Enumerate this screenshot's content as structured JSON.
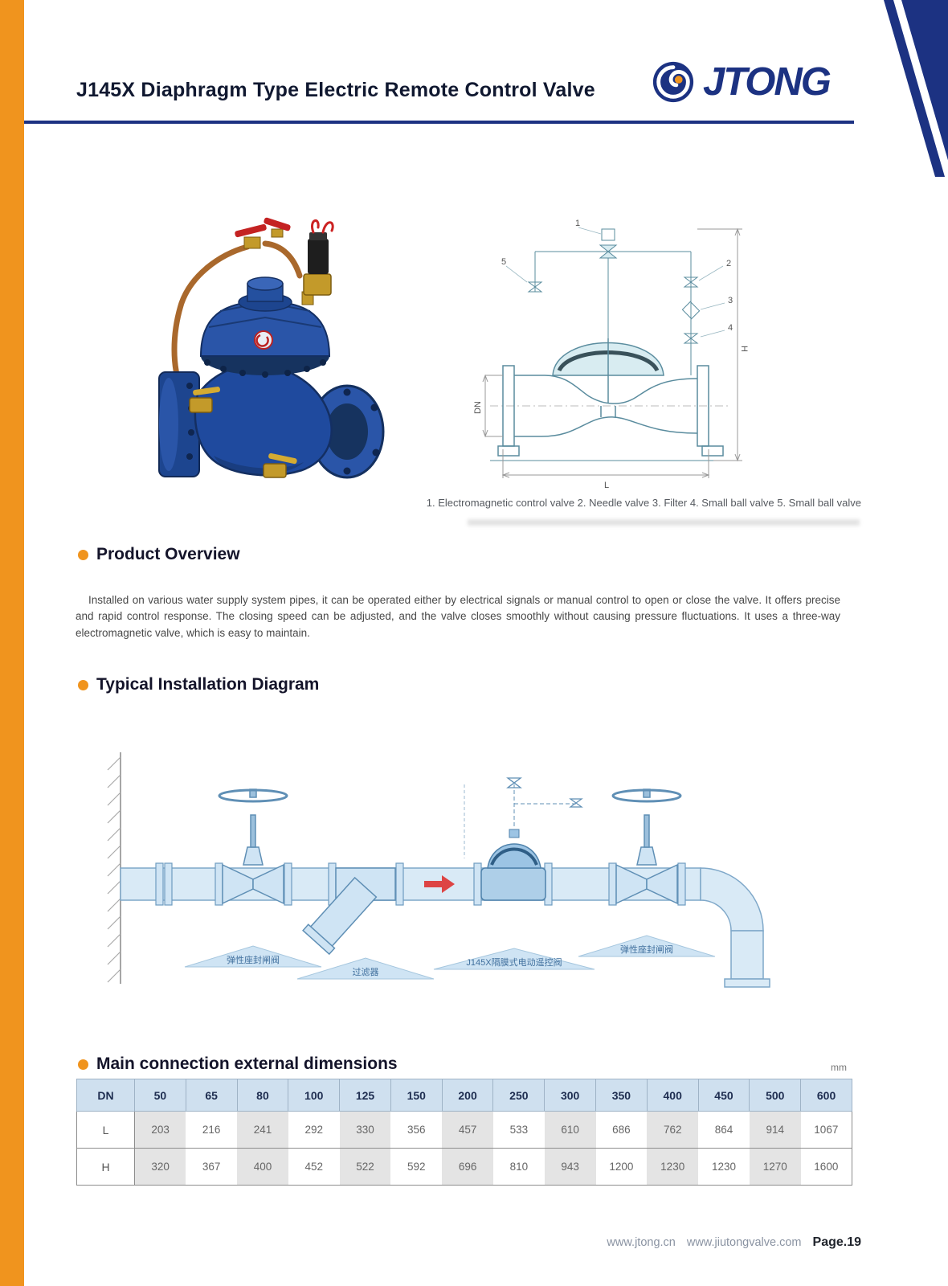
{
  "colors": {
    "accent_orange": "#f0941e",
    "brand_navy": "#1c3282",
    "diagram_blue": "#cfe4f4",
    "table_header_blue": "#cfe0ef"
  },
  "header": {
    "title": "J145X Diaphragm Type Electric Remote Control Valve",
    "brand": "JTONG"
  },
  "figure": {
    "caption": "1. Electromagnetic control valve 2. Needle valve 3. Filter 4. Small ball valve 5. Small ball valve",
    "drawing_labels": {
      "n1": "1",
      "n2": "2",
      "n3": "3",
      "n4": "4",
      "n5": "5",
      "h": "H",
      "l": "L",
      "dn": "DN"
    }
  },
  "sections": {
    "overview": {
      "heading": "Product Overview",
      "body": "Installed on various water supply system pipes, it can be operated either by electrical signals or manual control to open or close the valve. It offers precise and rapid control response. The closing speed can be adjusted, and the valve closes smoothly without causing pressure fluctuations. It uses a three-way electromagnetic valve, which is easy to maintain."
    },
    "installation": {
      "heading": "Typical Installation Diagram",
      "labels": {
        "left_valve": "弹性座封闸阀",
        "filter": "过滤器",
        "control_valve": "J145X隔膜式电动遥控阀",
        "right_valve": "弹性座封闸阀"
      }
    },
    "dimensions": {
      "heading": "Main connection external dimensions",
      "unit": "mm",
      "table": {
        "row_headers": [
          "DN",
          "L",
          "H"
        ],
        "dn": [
          "50",
          "65",
          "80",
          "100",
          "125",
          "150",
          "200",
          "250",
          "300",
          "350",
          "400",
          "450",
          "500",
          "600"
        ],
        "l": [
          "203",
          "216",
          "241",
          "292",
          "330",
          "356",
          "457",
          "533",
          "610",
          "686",
          "762",
          "864",
          "914",
          "1067"
        ],
        "h": [
          "320",
          "367",
          "400",
          "452",
          "522",
          "592",
          "696",
          "810",
          "943",
          "1200",
          "1230",
          "1230",
          "1270",
          "1600"
        ]
      }
    }
  },
  "footer": {
    "url1": "www.jtong.cn",
    "url2": "www.jiutongvalve.com",
    "page": "Page.19"
  }
}
